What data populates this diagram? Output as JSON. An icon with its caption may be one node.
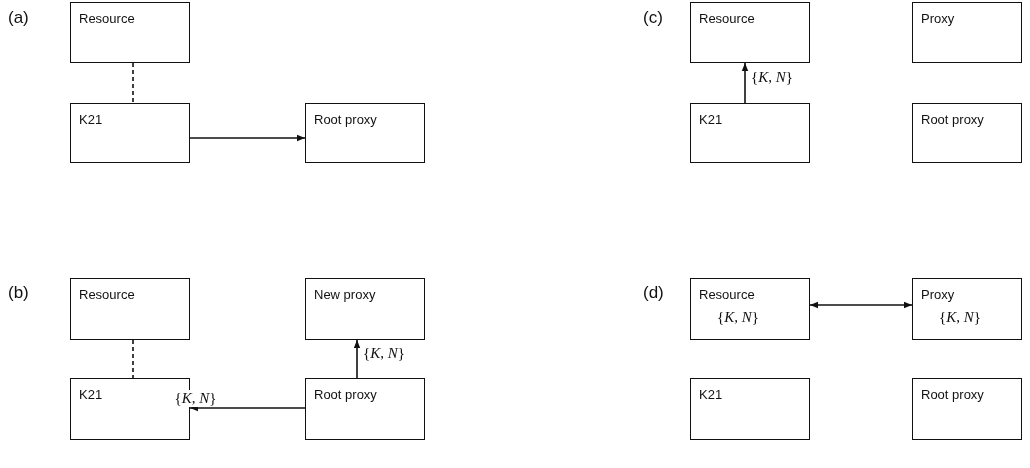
{
  "diagram": {
    "nodes": [
      {
        "text": [
          "Resource"
        ]
      },
      {
        "text": [
          "K21"
        ]
      },
      {
        "text": [
          "Root proxy"
        ]
      },
      {
        "text": [
          "Resource"
        ]
      },
      {
        "text": [
          "New proxy"
        ]
      },
      {
        "text": [
          "K21"
        ]
      },
      {
        "text": [
          "Root proxy"
        ]
      },
      {
        "text": [
          "Resource"
        ]
      },
      {
        "text": [
          "Proxy"
        ]
      },
      {
        "text": [
          "K21"
        ]
      },
      {
        "text": [
          "Root proxy"
        ]
      },
      {
        "text": [
          "Resource",
          "{*K*, *N*}"
        ]
      },
      {
        "text": [
          "Proxy",
          "{*K*, *N*}"
        ]
      },
      {
        "text": [
          "K21"
        ]
      },
      {
        "text": [
          "Root proxy"
        ]
      }
    ],
    "edges": [
      {
        "from": 0,
        "to": 1,
        "arrow": "none",
        "style": "dashed"
      },
      {
        "from": 1,
        "to": 2,
        "arrow": "to"
      },
      {
        "from": 3,
        "to": 5,
        "arrow": "none",
        "style": "dashed"
      },
      {
        "from": 6,
        "to": 5,
        "arrow": "to",
        "label": "{*K*, *N*}"
      },
      {
        "from": 6,
        "to": 4,
        "arrow": "to",
        "label": "{*K*, *N*}"
      },
      {
        "from": 9,
        "to": 7,
        "arrow": "to",
        "label": "{*K*, *N*}"
      },
      {
        "from": 11,
        "to": 12,
        "arrow": "both"
      }
    ],
    "labels": [
      "(a)",
      "(c)",
      "(b)",
      "(d)"
    ]
  }
}
